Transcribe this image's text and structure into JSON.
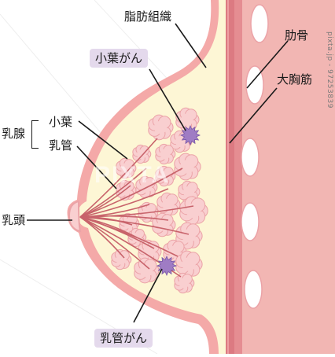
{
  "labels": {
    "fat": "脂肪組織",
    "rib": "肋骨",
    "pectoralis": "大胸筋",
    "lobular_cancer": "小葉がん",
    "mammary_gland": "乳腺",
    "lobule": "小葉",
    "duct": "乳管",
    "nipple": "乳頭",
    "ductal_cancer": "乳管がん"
  },
  "credit": "pixta.jp - 97253839",
  "watermark": "PIXTA",
  "colors": {
    "skin_outline": "#f4a9a8",
    "fat_fill": "#fdf6d5",
    "muscle": "#dc7a82",
    "muscle_light": "#f2b6b3",
    "lobule_fill": "#f9cfd0",
    "lobule_stroke": "#eba3a7",
    "duct": "#c8636b",
    "tumor": "#9f7cc4",
    "tag_bg": "#e4d9ec"
  }
}
